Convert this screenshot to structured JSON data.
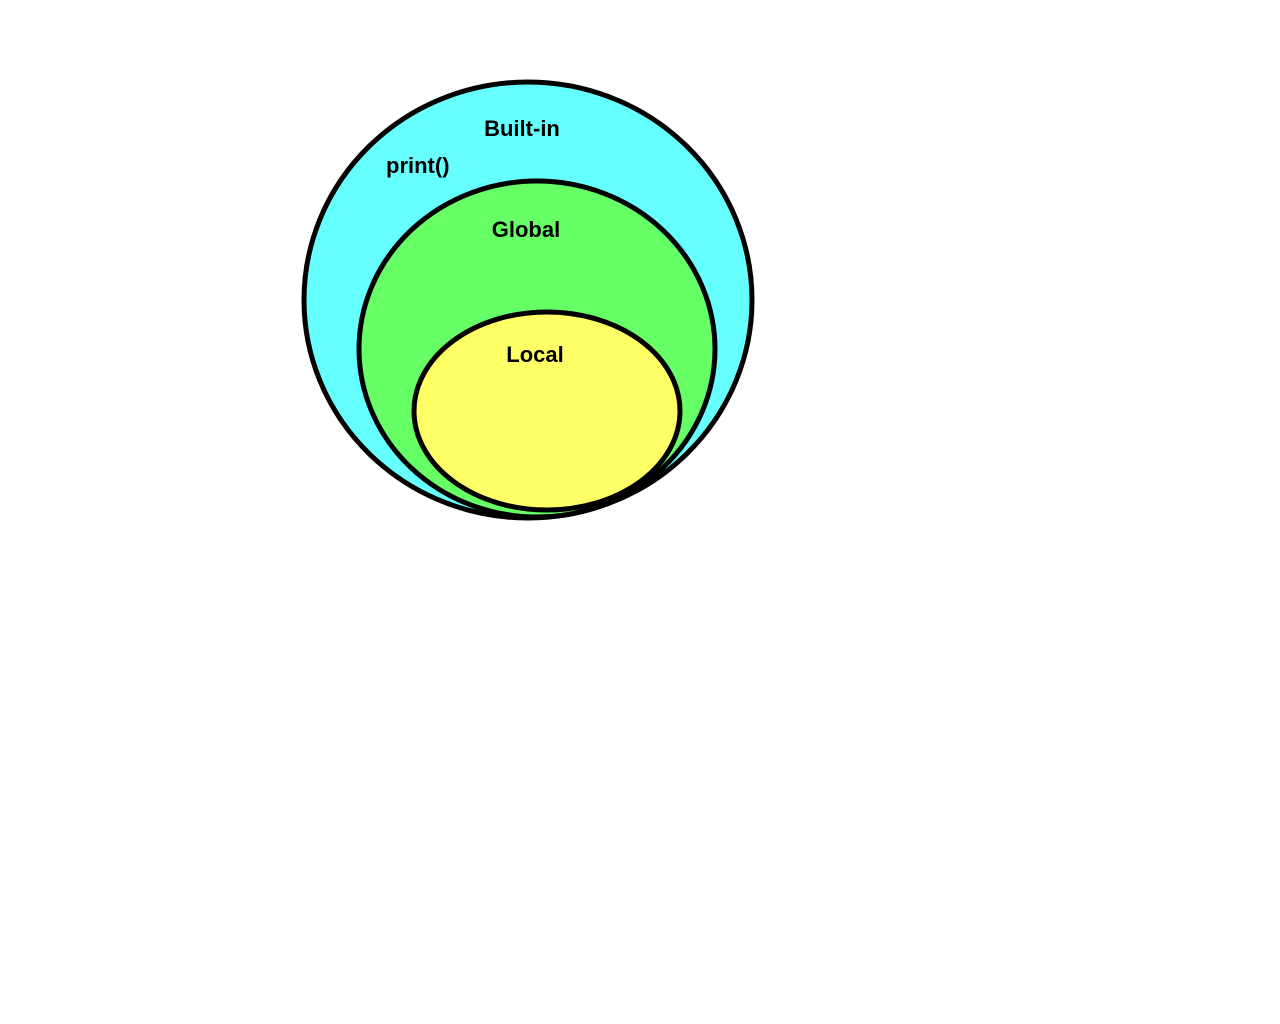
{
  "scopes": {
    "builtin": {
      "label": "Built-in",
      "member": "print()",
      "color": "#66FFFF"
    },
    "global": {
      "label": "Global",
      "color": "#66FF66"
    },
    "local": {
      "label": "Local",
      "color": "#FFFF66"
    }
  },
  "outline_color": "#000000",
  "background_color": "#FFFFFF"
}
